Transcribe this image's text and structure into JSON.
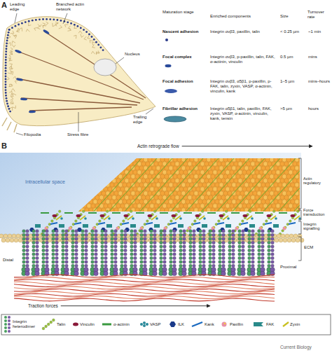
{
  "diagram": {
    "labels": [
      "A",
      "Leading edge",
      "Branched actin network",
      "Maturation stage",
      "Enriched components",
      "Size",
      "Turnover rate",
      "Nascent adhesion",
      "Integrin αvβ3, paxillin, talin",
      "< 0.25 µm",
      "~1 min",
      "Focal complex",
      "Integrin αvβ3, p-paxillin, talin, FAK, α-actinin, vinculin",
      "0.5 µm",
      "mins",
      "Nucleus",
      "Focal adhesion",
      "Integrin αvβ3, α5β1, p-paxillin, p-FAK, talin, zyxin, VASP, α-actinin, vinculin, kank",
      "1–5 µm",
      "mins–hours",
      "Trailing edge",
      "Fibrillar adhesion",
      "Integrin α5β1, talin, paxillin, FAK, zyxin, VASP, α-actinin, vinculin, kank, tensin",
      ">5 µm",
      "hours",
      "Filopodia",
      "Stress fibre",
      "B",
      "Actin retrograde flow",
      "Intracellular space",
      "Actin regulatory",
      "Force transduction",
      "Integrin signalling",
      "Distal",
      "ECM",
      "Proximal",
      "Traction forces",
      "Current Biology"
    ],
    "legend": [
      {
        "text": "Integrin heterodimer"
      },
      {
        "text": "Talin"
      },
      {
        "text": "Vinculin"
      },
      {
        "text": "α-actinin"
      },
      {
        "text": "VASP"
      },
      {
        "text": "ILK"
      },
      {
        "text": "Kank"
      },
      {
        "text": "Paxillin"
      },
      {
        "text": "FAK"
      },
      {
        "text": "Zyxin"
      }
    ]
  }
}
